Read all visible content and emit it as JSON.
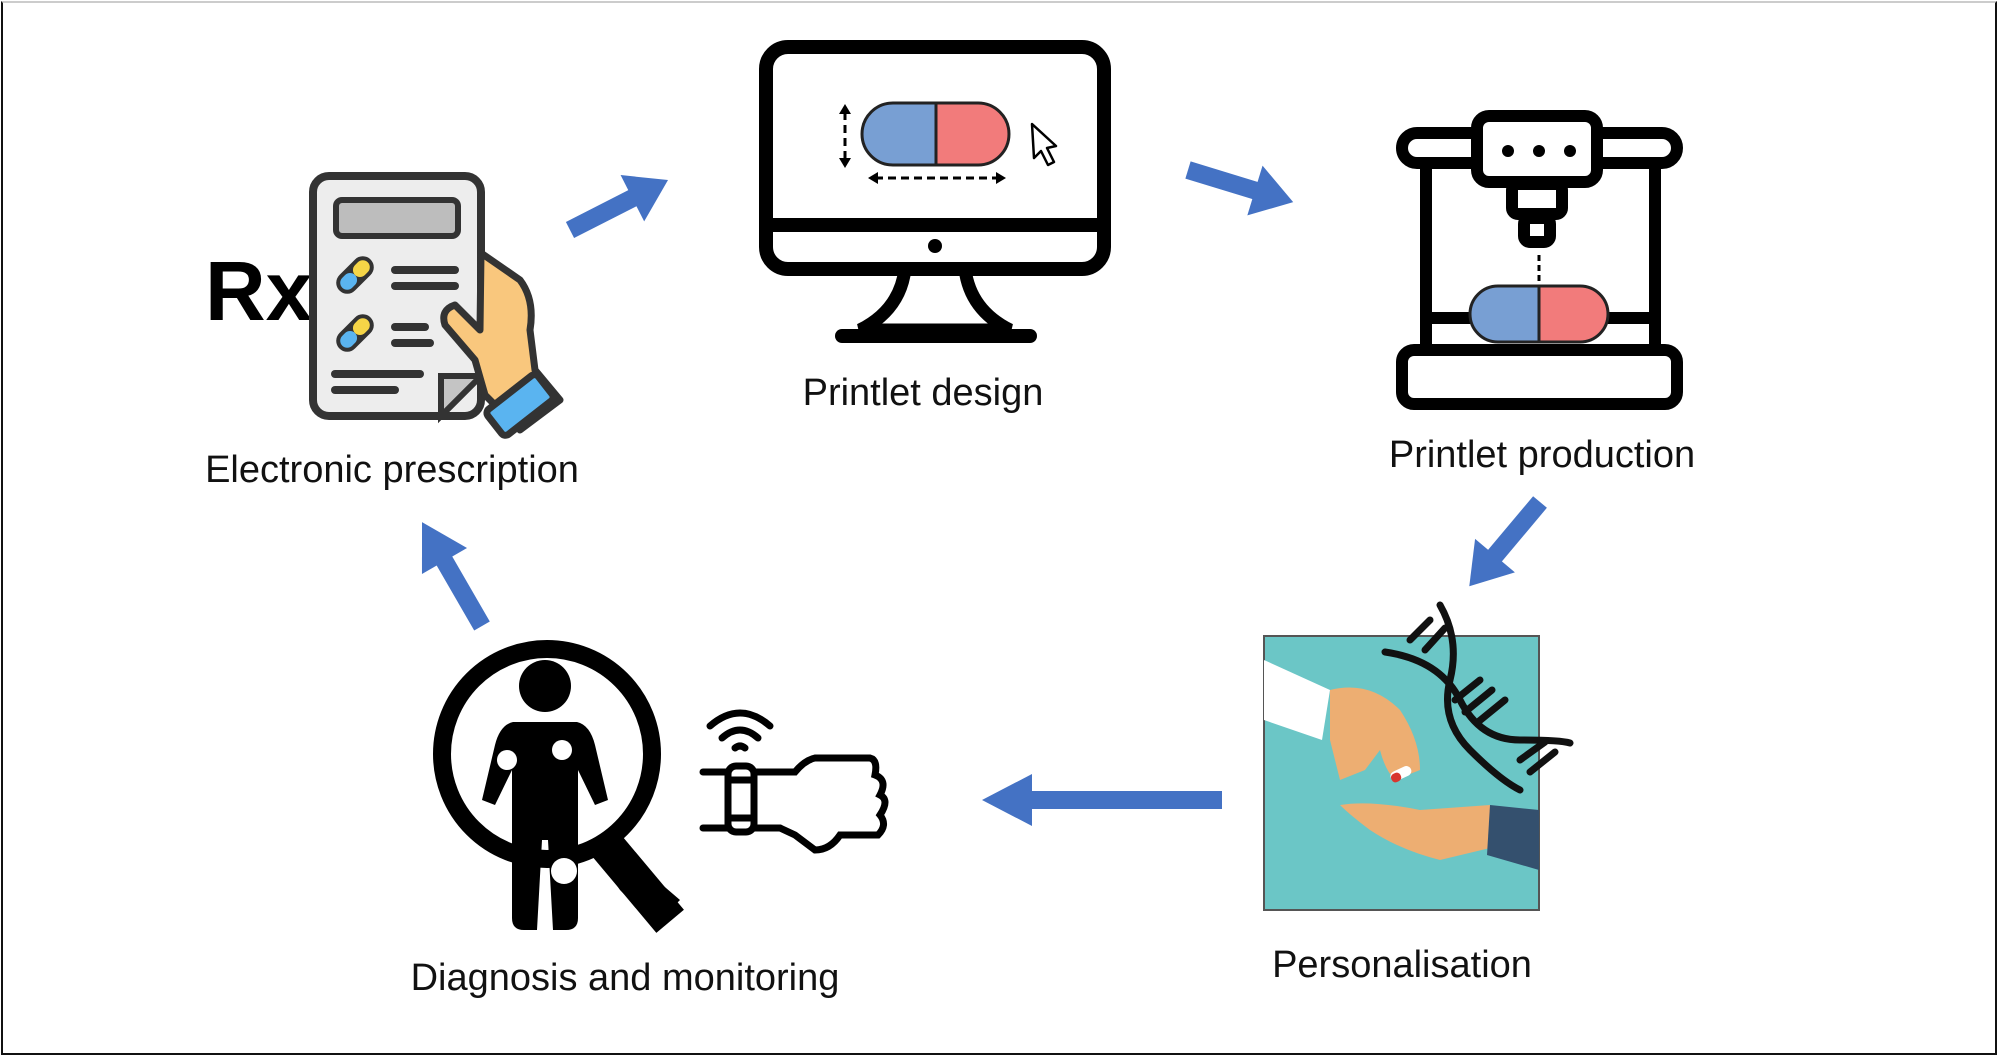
{
  "diagram": {
    "title": "3D printed medicine workflow cycle",
    "accent_arrow_color": "#4472C4",
    "steps": [
      {
        "id": "prescription",
        "label": "Electronic prescription",
        "icon": "prescription-icon",
        "symbol": "Rx"
      },
      {
        "id": "design",
        "label": "Printlet design",
        "icon": "monitor-capsule-icon"
      },
      {
        "id": "production",
        "label": "Printlet production",
        "icon": "3d-printer-icon"
      },
      {
        "id": "personalisation",
        "label": "Personalisation",
        "icon": "hands-pill-dna-icon"
      },
      {
        "id": "diagnosis",
        "label": "Diagnosis and monitoring",
        "icon": "body-scan-wearable-icon"
      }
    ],
    "flow": [
      {
        "from": "prescription",
        "to": "design"
      },
      {
        "from": "design",
        "to": "production"
      },
      {
        "from": "production",
        "to": "personalisation"
      },
      {
        "from": "personalisation",
        "to": "diagnosis"
      },
      {
        "from": "diagnosis",
        "to": "prescription"
      }
    ],
    "colors": {
      "capsule_blue": "#789FD3",
      "capsule_red": "#F27B7B",
      "teal_bg": "#6BC6C6",
      "skin": "#EDAE72",
      "doc_gray": "#EDEDED"
    }
  }
}
